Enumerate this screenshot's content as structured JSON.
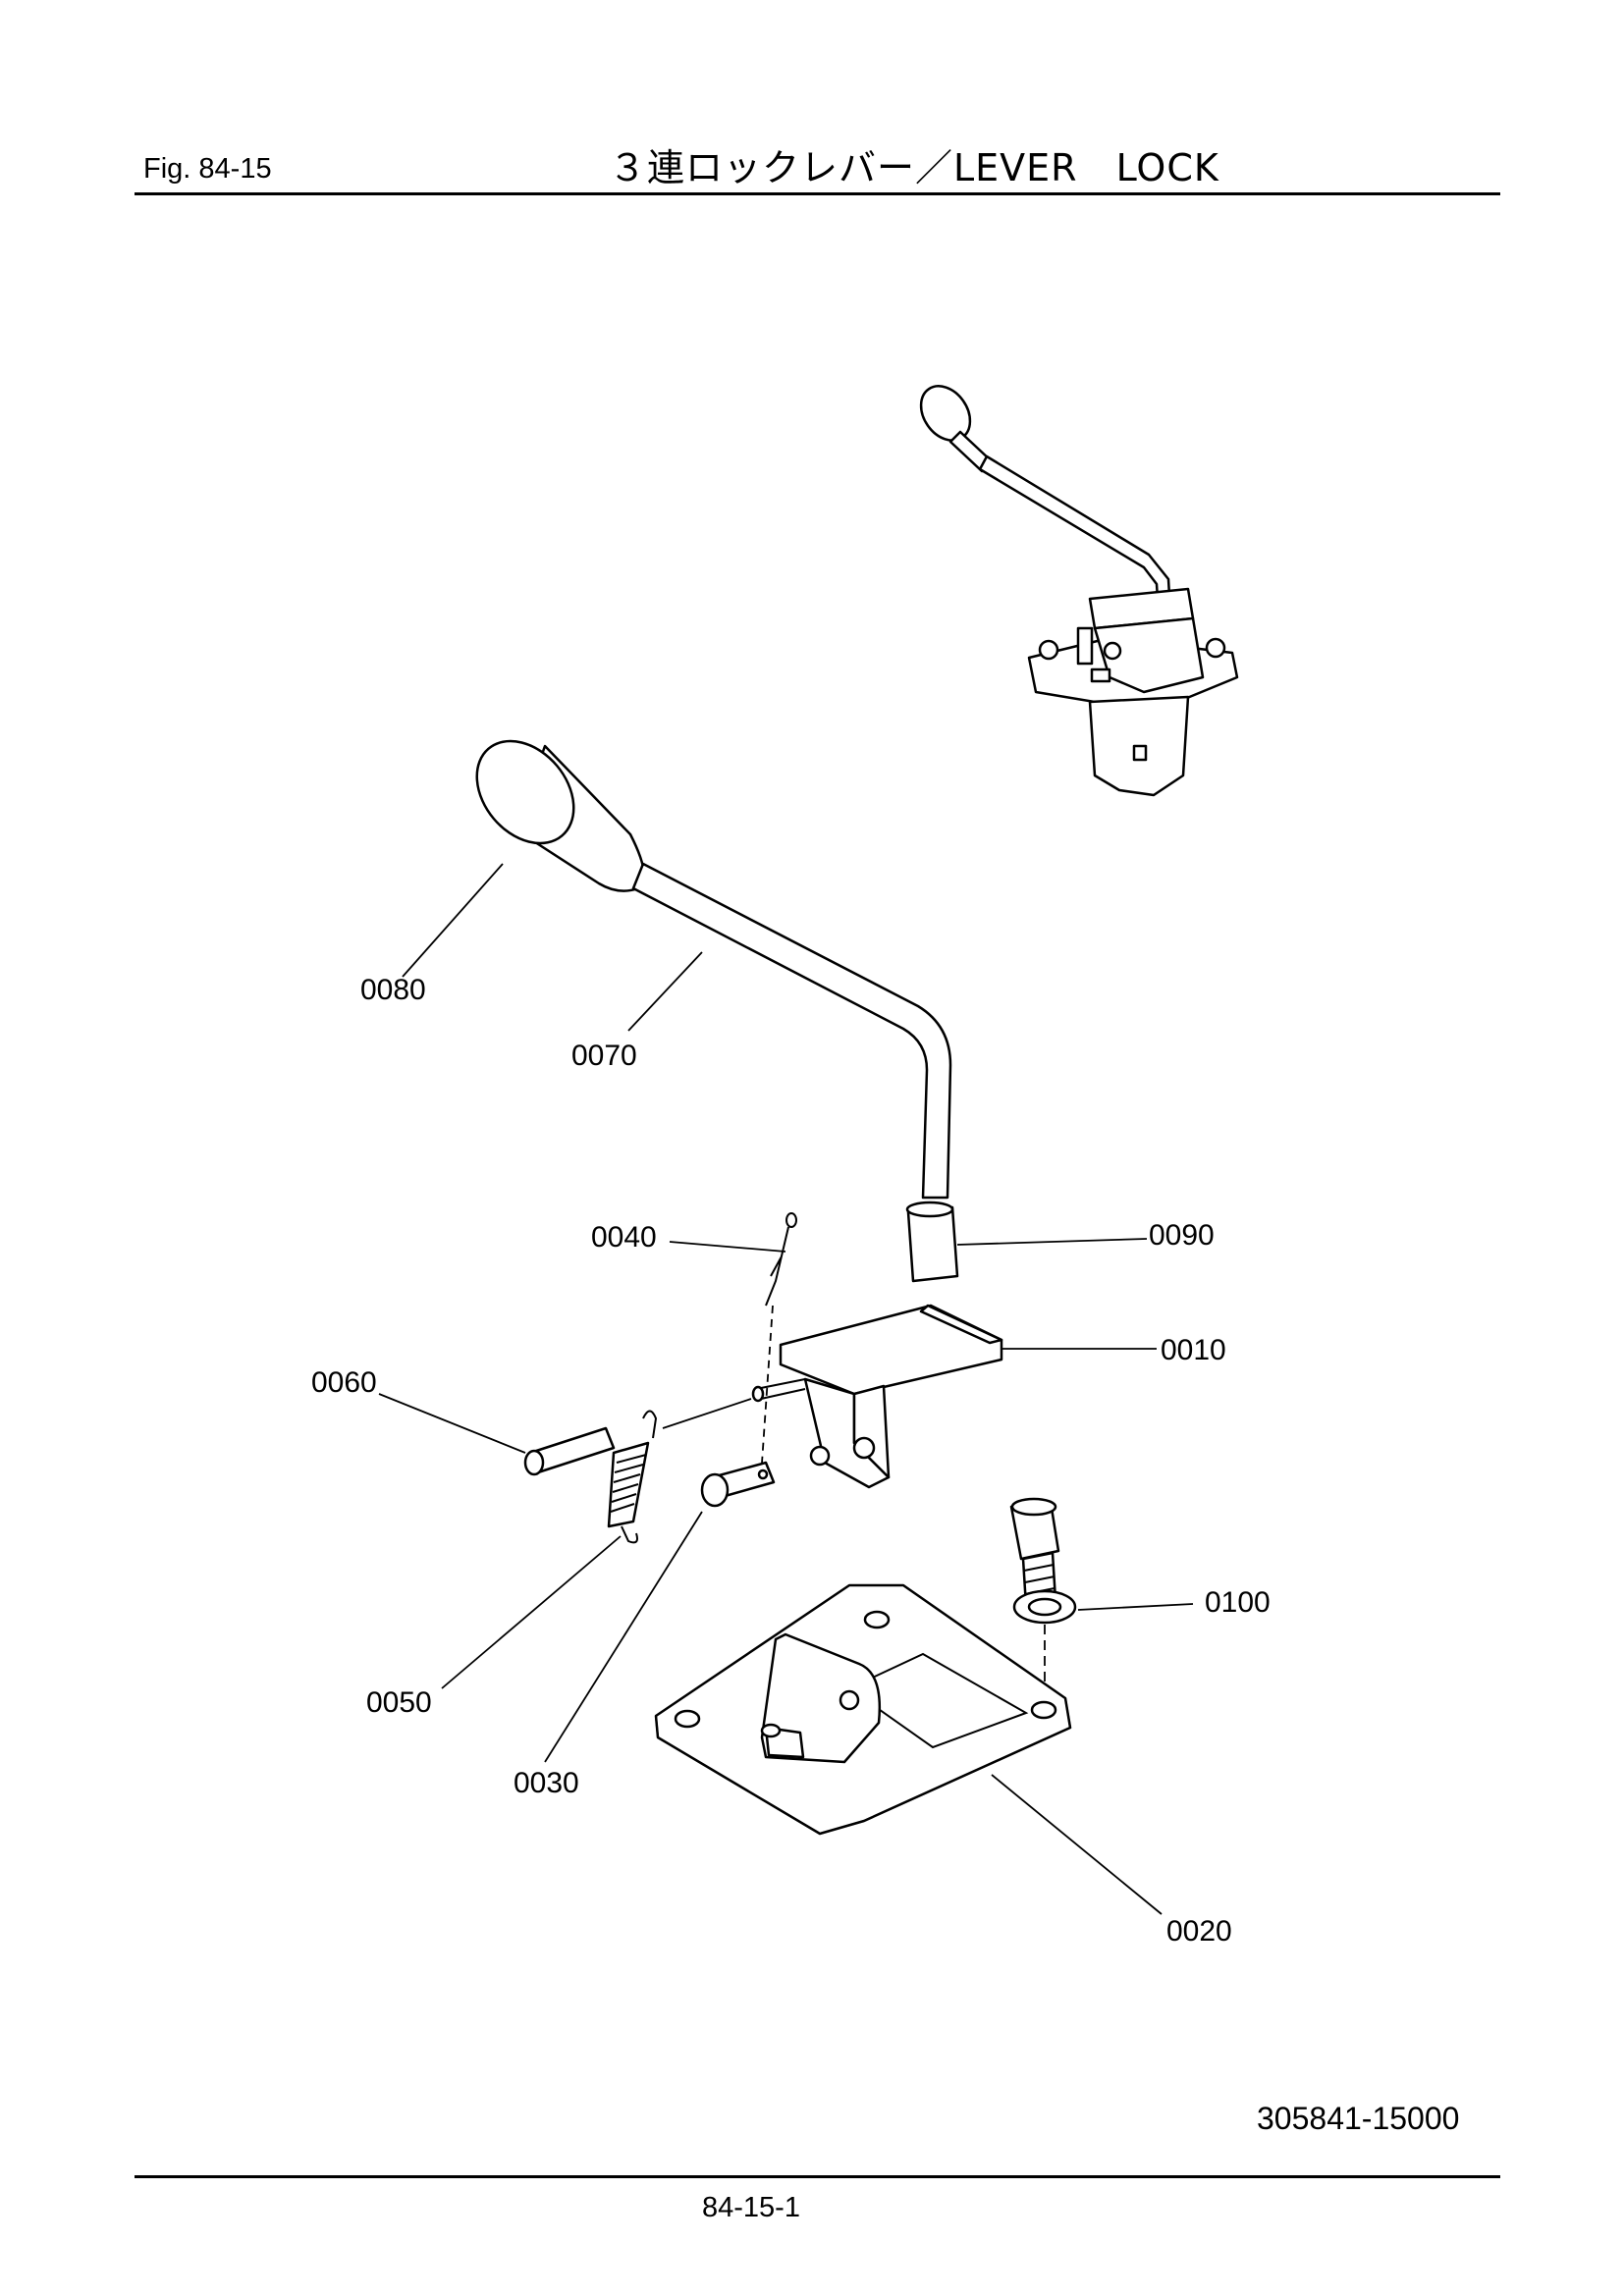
{
  "header": {
    "fig_label": "Fig.  84-15",
    "title": "３連ロックレバー／LEVER　LOCK"
  },
  "callouts": {
    "p0010": "0010",
    "p0020": "0020",
    "p0030": "0030",
    "p0040": "0040",
    "p0050": "0050",
    "p0060": "0060",
    "p0070": "0070",
    "p0080": "0080",
    "p0090": "0090",
    "p0100": "0100"
  },
  "footer": {
    "drawing_number": "305841-15000",
    "page_number": "84-15-1"
  }
}
